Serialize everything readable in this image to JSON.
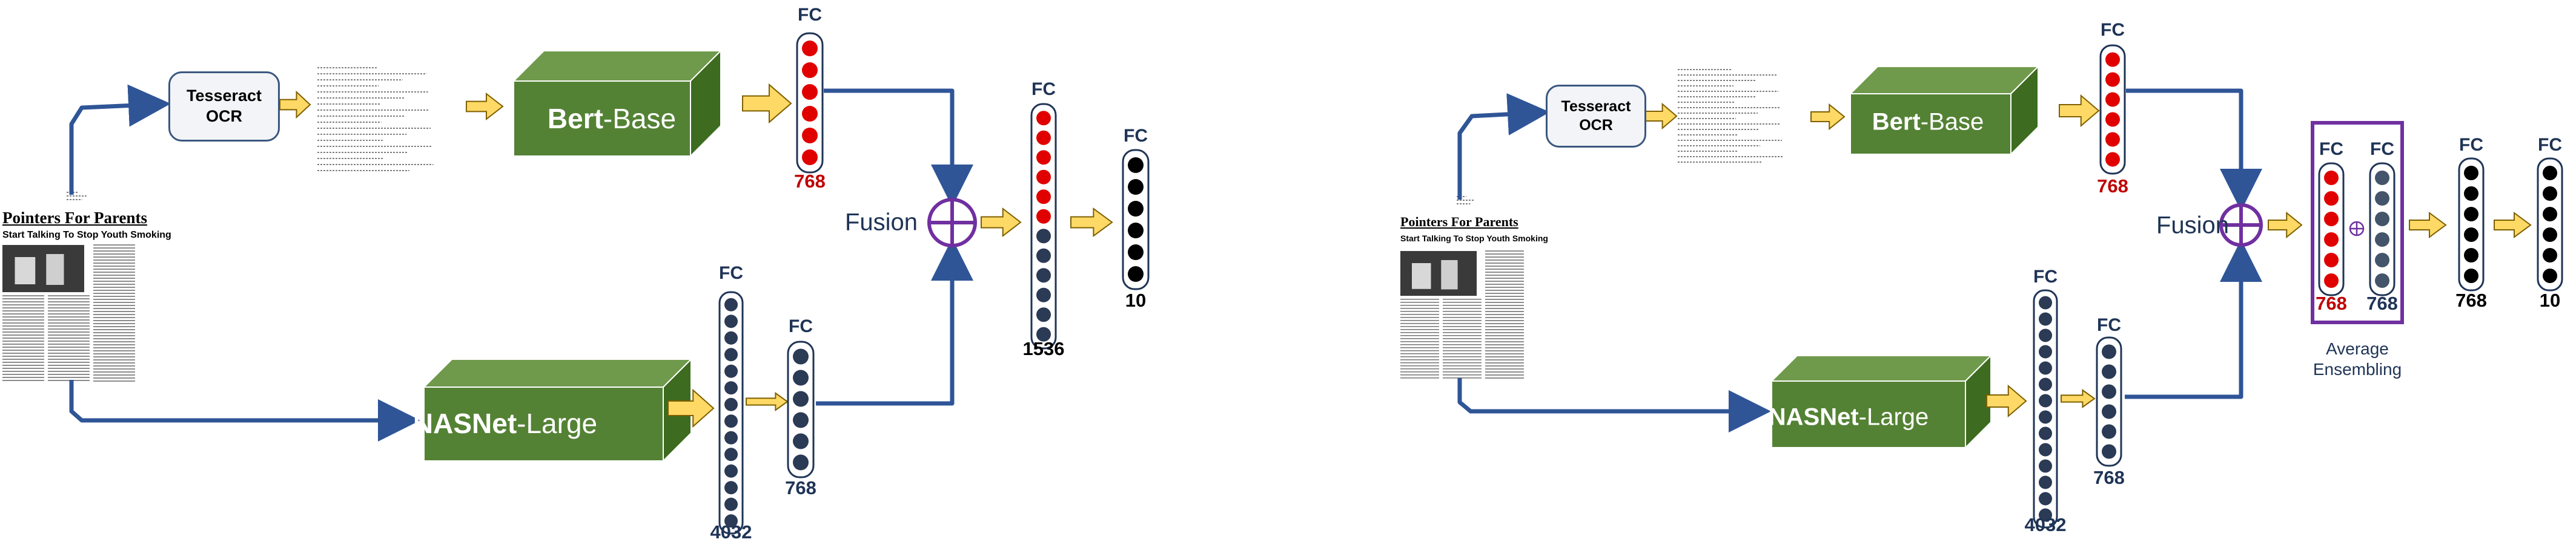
{
  "panel_left": {
    "ocr_box": {
      "line1": "Tesseract",
      "line2": "OCR"
    },
    "bert_label": {
      "bold": "Bert",
      "rest": "-Base"
    },
    "nasnet_label": {
      "bold": "NASNet",
      "rest": "-Large"
    },
    "bert_fc": {
      "title": "FC",
      "dim": "768",
      "nodes": 6,
      "node_color": "#e00000"
    },
    "nasnet_fc_large": {
      "title": "FC",
      "dim": "4032",
      "nodes": 14,
      "node_color": "#2b3a55"
    },
    "nasnet_fc_small": {
      "title": "FC",
      "dim": "768",
      "nodes": 6,
      "node_color": "#2b3a55"
    },
    "fusion_label": "Fusion",
    "fused_fc": {
      "title": "FC",
      "dim": "1536",
      "red_nodes": 6,
      "dark_nodes": 6
    },
    "output_fc": {
      "title": "FC",
      "dim": "10",
      "nodes": 6,
      "node_color": "#000000"
    },
    "document": {
      "title": "Pointers For Parents",
      "subtitle": "Start Talking To Stop Youth Smoking"
    }
  },
  "panel_right": {
    "ocr_box": {
      "line1": "Tesseract",
      "line2": "OCR"
    },
    "bert_label": {
      "bold": "Bert",
      "rest": "-Base"
    },
    "nasnet_label": {
      "bold": "NASNet",
      "rest": "-Large"
    },
    "bert_fc": {
      "dim": "768",
      "nodes": 6
    },
    "bert_fc_title": "FC",
    "nasnet_fc_large": {
      "title": "FC",
      "dim": "4032",
      "nodes": 14
    },
    "nasnet_fc_small": {
      "title": "FC",
      "dim": "768",
      "nodes": 6
    },
    "fusion_label": "Fusion",
    "ensemble": {
      "fc_a": {
        "title": "FC",
        "dim": "768",
        "nodes": 6,
        "node_color": "#e00000"
      },
      "fc_b": {
        "title": "FC",
        "dim": "768",
        "nodes": 6,
        "node_color": "#44546a"
      },
      "caption_line1": "Average",
      "caption_line2": "Ensembling",
      "border_color": "#7030a0"
    },
    "after_fc": {
      "title": "FC",
      "dim": "768",
      "nodes": 6
    },
    "output_fc": {
      "title": "FC",
      "dim": "10",
      "nodes": 6
    },
    "document": {
      "title": "Pointers For Parents",
      "subtitle": "Start Talking To Stop Youth Smoking"
    }
  },
  "colors": {
    "arrow_blue": "#2f5597",
    "box_green": "#548235",
    "box_green_top": "#6f9a4b",
    "box_green_side": "#3d6b1f",
    "block_arrow_fill": "#ffd966",
    "block_arrow_stroke": "#7f6000",
    "fusion_purple": "#7030a0",
    "node_red": "#e00000",
    "node_dark": "#2b3a55",
    "node_black": "#000000",
    "dim_red": "#c00000",
    "dim_dark": "#1f3456"
  }
}
